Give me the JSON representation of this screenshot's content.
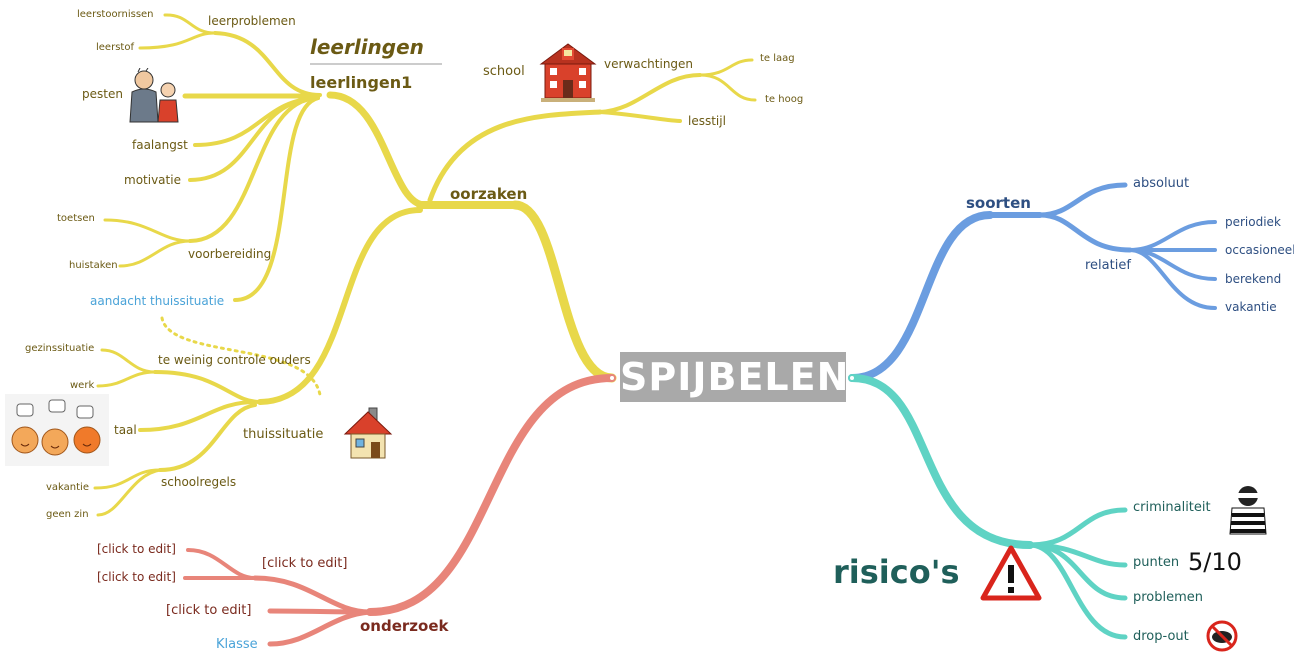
{
  "center": {
    "label": "SPIJBELEN"
  },
  "oorzaken": {
    "label": "oorzaken",
    "leerlingen_title": "leerlingen",
    "leerlingen1": {
      "label": "leerlingen1",
      "items": {
        "leerproblemen": {
          "label": "leerproblemen",
          "sub": [
            "leerstoornissen",
            "leerstof"
          ]
        },
        "pesten": "pesten",
        "faalangst": "faalangst",
        "motivatie": "motivatie",
        "voorbereiding": {
          "label": "voorbereiding",
          "sub": [
            "toetsen",
            "huistaken"
          ]
        },
        "aandacht": "aandacht thuissituatie"
      }
    },
    "school": {
      "label": "school",
      "verwachtingen": {
        "label": "verwachtingen",
        "sub": [
          "te laag",
          "te hoog"
        ]
      },
      "lesstijl": "lesstijl"
    },
    "thuissituatie": {
      "label": "thuissituatie",
      "controle": {
        "label": "te weinig controle ouders",
        "sub": [
          "gezinssituatie",
          "werk"
        ]
      },
      "taal": "taal",
      "schoolregels": {
        "label": "schoolregels",
        "sub": [
          "vakantie",
          "geen zin"
        ]
      }
    }
  },
  "soorten": {
    "label": "soorten",
    "absoluut": "absoluut",
    "relatief": {
      "label": "relatief",
      "sub": [
        "periodiek",
        "occasioneel",
        "berekend",
        "vakantie"
      ]
    }
  },
  "risicos": {
    "label": "risico's",
    "items": [
      "criminaliteit",
      "punten",
      "problemen",
      "drop-out"
    ],
    "score": "5/10"
  },
  "onderzoek": {
    "label": "onderzoek",
    "group": {
      "label": "[click to edit]",
      "sub": [
        "[click to edit]",
        "[click to edit]"
      ]
    },
    "item": "[click to edit]",
    "link": "Klasse"
  },
  "colors": {
    "yellow": "#e8d84a",
    "blue": "#6b9de0",
    "teal": "#5fd3c4",
    "red": "#e8857a"
  },
  "icons": [
    "school-building-icon",
    "bully-people-icon",
    "talking-faces-icon",
    "house-icon",
    "warning-triangle-icon",
    "burglar-icon",
    "no-rat-icon"
  ]
}
